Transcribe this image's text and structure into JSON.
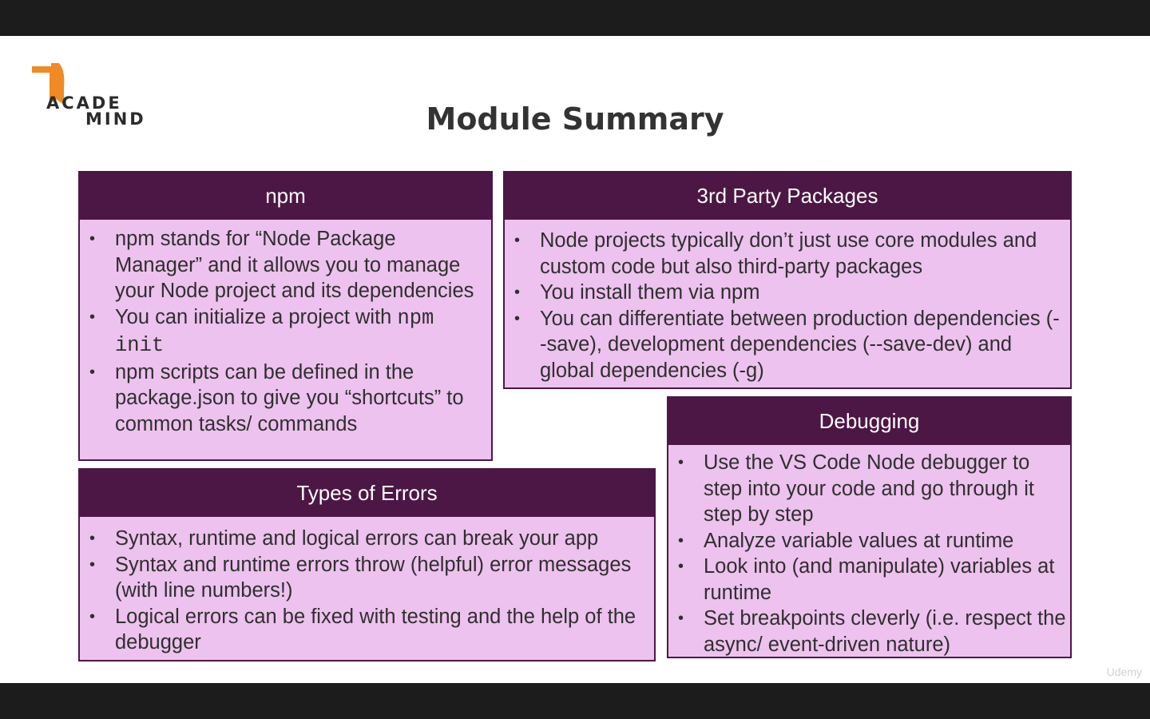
{
  "logo": {
    "line1": "ACADE",
    "line2": "MIND",
    "accent": "#f08a24"
  },
  "slide": {
    "title": "Module Summary"
  },
  "colors": {
    "header": "#4c1745",
    "box": "#edc2ee"
  },
  "boxes": {
    "npm": {
      "title": "npm",
      "items": [
        "npm stands for “Node Package Manager” and it allows you to manage your Node project and its dependencies",
        "You can initialize a project with ",
        "npm scripts can be defined in the package.json to give you “shortcuts” to common tasks/ commands"
      ],
      "code": "npm init"
    },
    "third_party": {
      "title": "3rd Party Packages",
      "items": [
        "Node projects typically don’t just use core modules and custom code but also third-party packages",
        "You install them via npm",
        "You can differentiate between production dependencies (--save), development dependencies (--save-dev) and global dependencies (-g)"
      ]
    },
    "debugging": {
      "title": "Debugging",
      "items": [
        "Use the VS Code Node debugger to step into your code and go through it step by step",
        "Analyze variable values at runtime",
        "Look into (and manipulate) variables at runtime",
        "Set breakpoints cleverly (i.e. respect the async/ event-driven nature)"
      ]
    },
    "errors": {
      "title": "Types of Errors",
      "items": [
        "Syntax, runtime and logical errors can break your app",
        "Syntax and runtime errors throw (helpful) error messages (with line numbers!)",
        "Logical errors can be fixed with testing and the help of the debugger"
      ]
    }
  },
  "watermark": "Udemy"
}
